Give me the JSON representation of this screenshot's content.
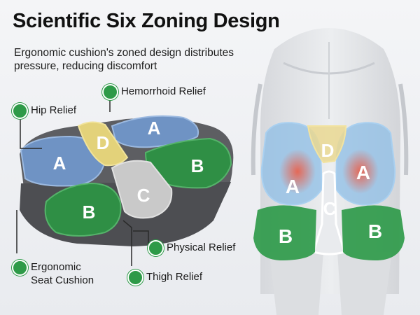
{
  "title": "Scientific Six Zoning Design",
  "subtitle": "Ergonomic cushion's zoned design distributes pressure, reducing discomfort",
  "callouts": {
    "hemorrhoid": "Hemorrhoid Relief",
    "hip": "Hip Relief",
    "physical": "Physical Relief",
    "ergonomic_line1": "Ergonomic",
    "ergonomic_line2": "Seat Cushion",
    "thigh": "Thigh Relief"
  },
  "zones": {
    "a": "A",
    "b": "B",
    "c": "C",
    "d": "D"
  },
  "colors": {
    "zone_a": "#6f93c4",
    "zone_b": "#2f8f45",
    "zone_c": "#c9c9c9",
    "zone_d": "#e3d27a",
    "cushion_base": "#5d5e62",
    "badge": "#2e9a48"
  },
  "icons": [
    "hemorrhoid-icon",
    "hip-icon",
    "leaf-icon",
    "seat-icon",
    "thigh-icon"
  ]
}
